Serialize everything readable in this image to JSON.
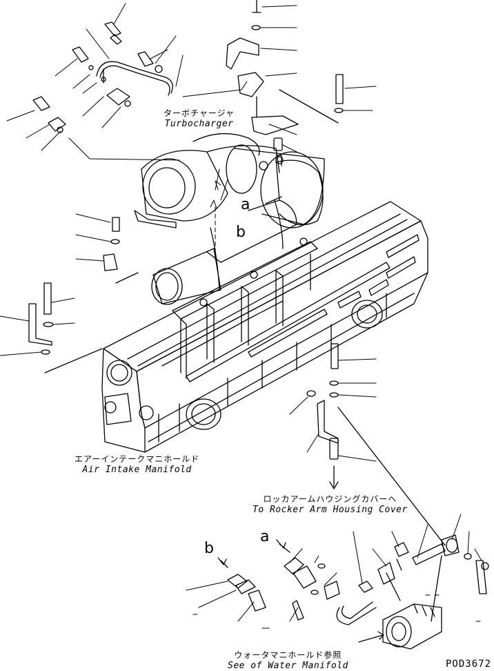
{
  "labels": {
    "turbocharger": {
      "jp": "ターボチャージャ",
      "en": "Turbocharger"
    },
    "air_intake_manifold": {
      "jp": "エアーインテークマニホールド",
      "en": "Air Intake Manifold"
    },
    "rocker_arm_cover": {
      "jp": "ロッカアームハウジングカバーへ",
      "en": "To Rocker Arm Housing Cover"
    },
    "water_manifold": {
      "jp": "ウォータマニホールド参照",
      "en": "See of Water Manifold"
    }
  },
  "view_letters": {
    "a_main": "a",
    "b_main": "b",
    "a_detail": "a",
    "b_detail": "b"
  },
  "drawing_code": "POD3672"
}
